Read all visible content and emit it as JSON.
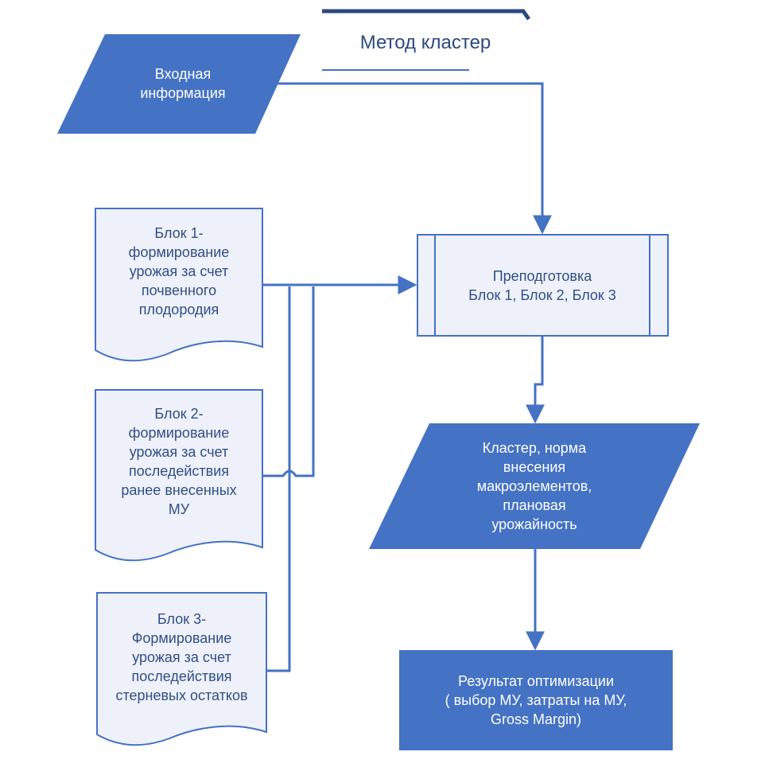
{
  "header": {
    "title": "Метод кластер"
  },
  "nodes": {
    "input": {
      "lines": [
        "Входная",
        "информация"
      ]
    },
    "block1": {
      "lines": [
        "Блок 1-",
        "формирование",
        "урожая за счет",
        "почвенного",
        "плодородия"
      ]
    },
    "block2": {
      "lines": [
        "Блок 2-",
        "формирование",
        "урожая за счет",
        "последействия",
        "ранее внесенных",
        "МУ"
      ]
    },
    "block3": {
      "lines": [
        "Блок 3-",
        "Формирование",
        "урожая за счет",
        "последействия",
        "стерневых остатков"
      ]
    },
    "prep": {
      "lines": [
        "Преподготовка",
        "Блок 1, Блок 2, Блок 3"
      ]
    },
    "cluster": {
      "lines": [
        "Кластер, норма",
        "внесения",
        "макроэлементов,",
        "плановая",
        "урожайность"
      ]
    },
    "result": {
      "lines": [
        "Результат оптимизации",
        "( выбор МУ, затраты на МУ,",
        "Gross Margin)"
      ]
    }
  },
  "colors": {
    "fill": "#4472c4",
    "stroke": "#4472c4",
    "light_fill": "#eef1fa",
    "text_light": "#2f4f86",
    "title": "#2b4a7e"
  }
}
